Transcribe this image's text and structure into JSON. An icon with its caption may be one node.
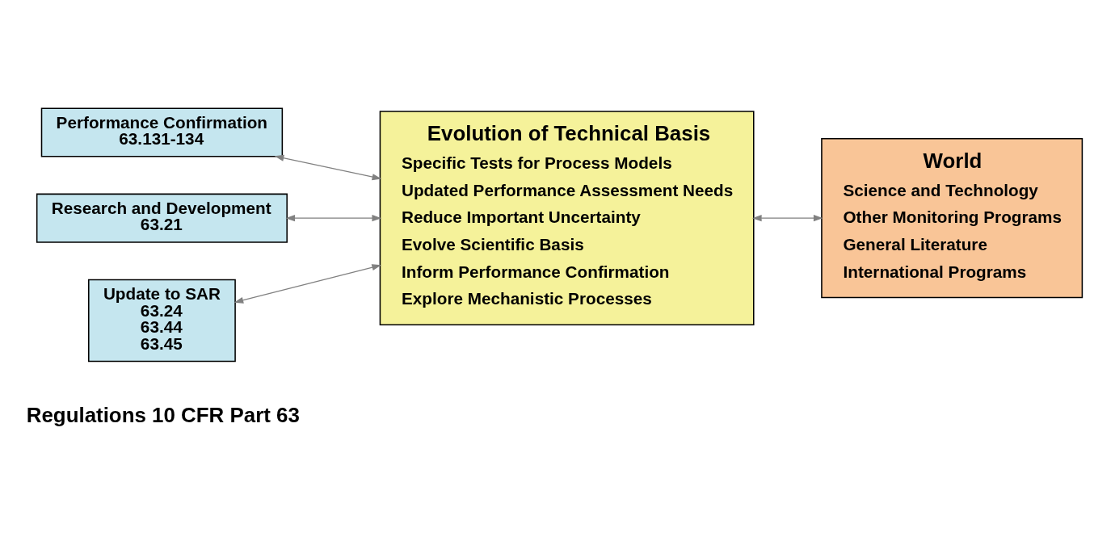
{
  "diagram": {
    "nodes": [
      {
        "text": [
          "Performance Confirmation",
          "63.131-134"
        ]
      },
      {
        "text": [
          "Research and Development",
          "63.21"
        ]
      },
      {
        "text": [
          "Update to SAR",
          "63.24",
          "63.44",
          "63.45"
        ]
      },
      {
        "text": [
          "Evolution of Technical Basis",
          "Specific Tests for Process Models",
          "Updated Performance Assessment Needs",
          "Reduce Important Uncertainty",
          "Evolve Scientific Basis",
          "Inform Performance Confirmation",
          "Explore Mechanistic Processes"
        ]
      },
      {
        "text": [
          "World",
          "Science and Technology",
          "Other Monitoring Programs",
          "General Literature",
          "International Programs"
        ]
      }
    ],
    "edges": [
      {
        "from": 0,
        "to": 3,
        "arrow": "both"
      },
      {
        "from": 1,
        "to": 3,
        "arrow": "both"
      },
      {
        "from": 2,
        "to": 3,
        "arrow": "both"
      },
      {
        "from": 3,
        "to": 4,
        "arrow": "both"
      }
    ],
    "labels": [
      "Regulations 10 CFR Part 63"
    ]
  }
}
